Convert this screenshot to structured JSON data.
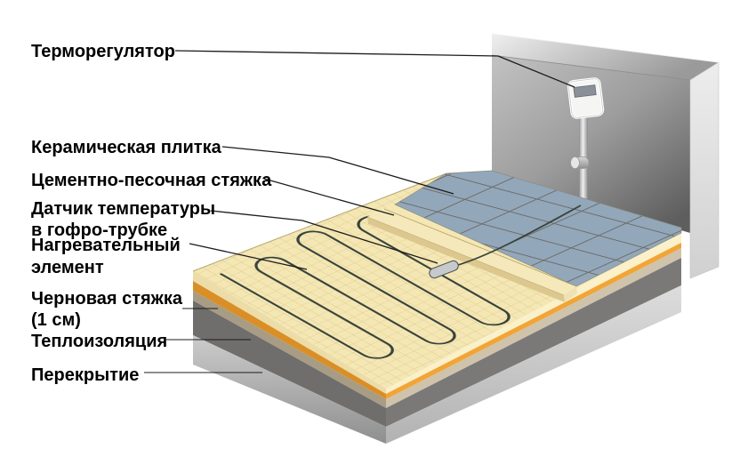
{
  "diagram": {
    "type": "heated-floor-cross-section",
    "labels": {
      "thermostat": "Терморегулятор",
      "ceramic_tile": "Керамическая плитка",
      "cement_screed": "Цементно-песочная стяжка",
      "sensor_line1": "Датчик температуры",
      "sensor_line2": "в гофро-трубке",
      "heater_line1": "Нагревательный",
      "heater_line2": "элемент",
      "rough_line1": "Черновая стяжка",
      "rough_line2": "(1 см)",
      "insulation": "Теплоизоляция",
      "slab": "Перекрытие"
    },
    "colors": {
      "background": "#ffffff",
      "text": "#000000",
      "leader": "#1c1c1c",
      "mat_top": "#f4e7b4",
      "mat_grid": "#d8c285",
      "strip_top": "#f5e9bb",
      "strip_front": "#dcc88f",
      "strip_end": "#eee1b3",
      "tile_fill": "#92a7ba",
      "tile_grout": "#6e6c68",
      "cream_left": "#ecdca8",
      "cream_right": "#faf0c9",
      "orange_left": "#d98f26",
      "orange_right": "#f2a435",
      "beige_left": "#a89c85",
      "beige_right": "#cfc3ac",
      "insul_left": "#6f6e6c",
      "insul_right": "#7b7977",
      "slab_left": "#b9b9b9",
      "slab_right": "#cdcdcd",
      "wall_mid": "#a8a8a8",
      "cable": "#39443c",
      "sensor": "#c6cacc",
      "conduit": "#d9d9d9",
      "thermostat_body": "#f5f5f4",
      "thermostat_display": "#8a9097"
    }
  }
}
